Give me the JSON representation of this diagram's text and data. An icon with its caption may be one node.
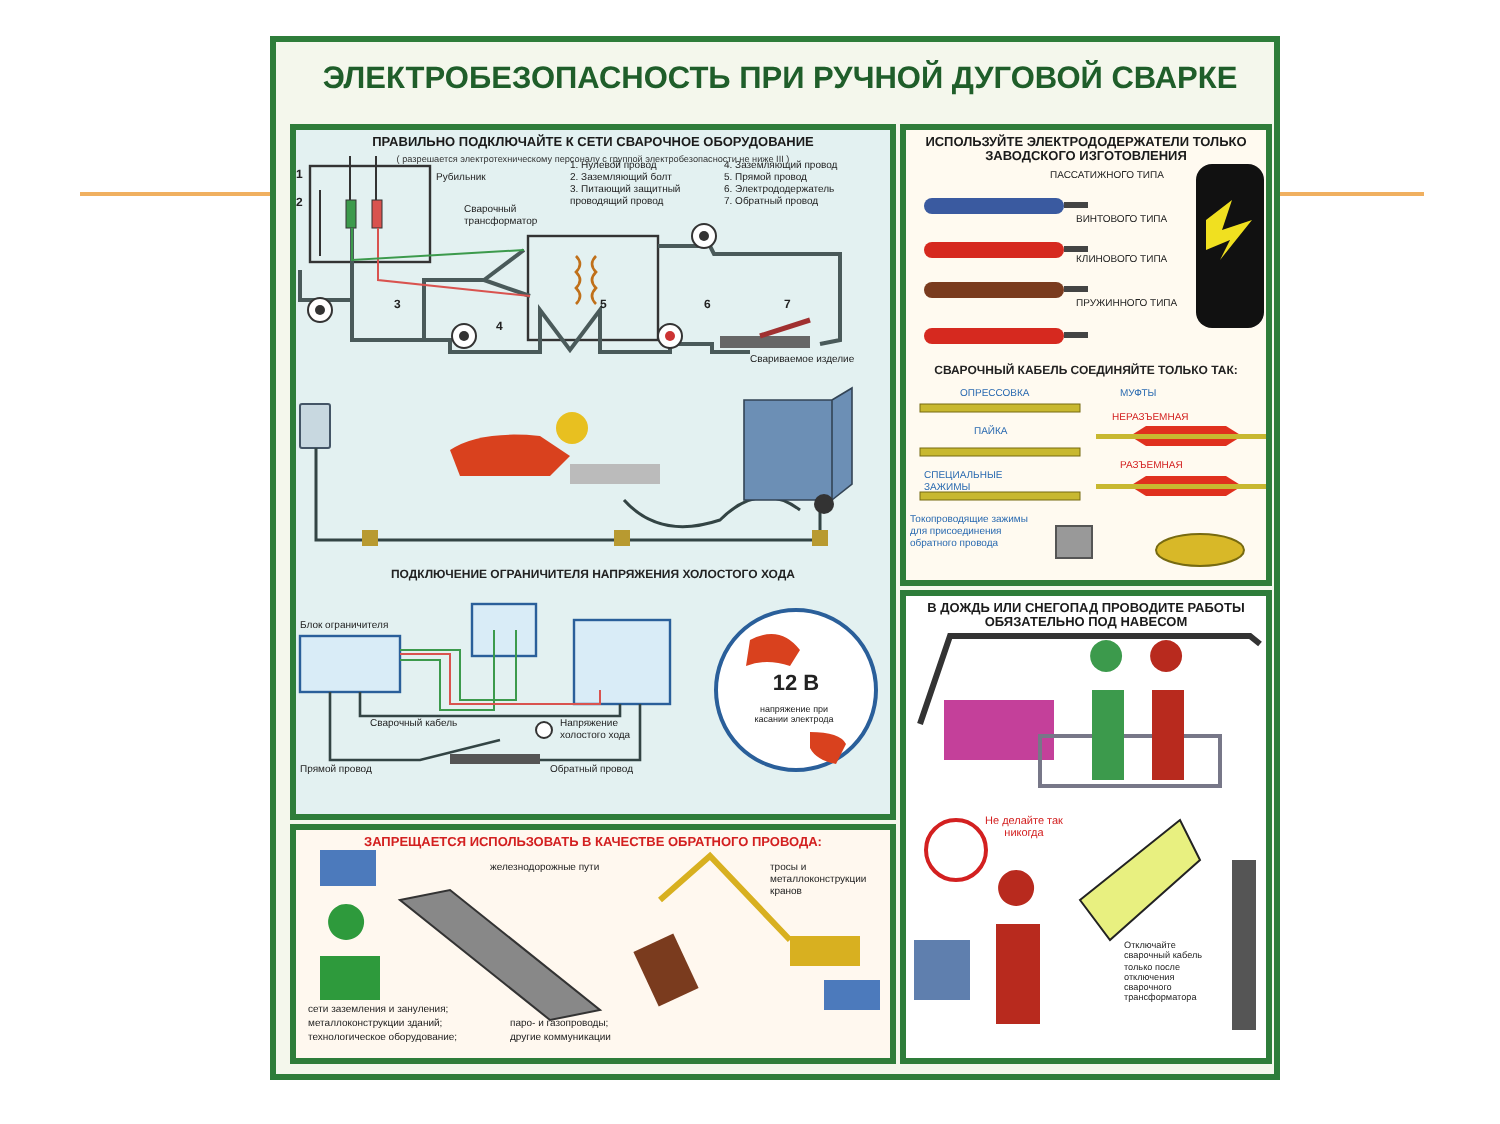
{
  "diagram": {
    "title": "ЭЛЕКТРОБЕЗОПАСНОСТЬ ПРИ РУЧНОЙ ДУГОВОЙ СВАРКЕ",
    "nodes": [
      {
        "text": [
          "ПРАВИЛЬНО ПОДКЛЮЧАЙТЕ К СЕТИ СВАРОЧНОЕ ОБОРУДОВАНИЕ",
          "( разрешается электротехническому персоналу с группой электробезопасности не ниже III )"
        ]
      },
      {
        "text": [
          "ИСПОЛЬЗУЙТЕ ЭЛЕКТРОДОДЕРЖАТЕЛИ ТОЛЬКО ЗАВОДСКОГО ИЗГОТОВЛЕНИЯ"
        ]
      },
      {
        "text": [
          "В ДОЖДЬ ИЛИ СНЕГОПАД ПРОВОДИТЕ РАБОТЫ ОБЯЗАТЕЛЬНО ПОД НАВЕСОМ"
        ]
      },
      {
        "text": [
          "ЗАПРЕЩАЕТСЯ ИСПОЛЬЗОВАТЬ В КАЧЕСТВЕ ОБРАТНОГО ПРОВОДА:"
        ]
      }
    ],
    "labels": [
      "1. Нулевой провод",
      "2. Заземляющий болт",
      "3. Питающий защитный проводящий провод",
      "4. Заземляющий провод",
      "5. Прямой провод",
      "6. Электрододержатель",
      "7. Обратный провод",
      "Рубильник",
      "Сварочный трансформатор",
      "Свариваемое изделие",
      "1",
      "2",
      "3",
      "4",
      "5",
      "6",
      "7",
      "ПОДКЛЮЧЕНИЕ ОГРАНИЧИТЕЛЯ НАПРЯЖЕНИЯ ХОЛОСТОГО ХОДА",
      "Блок ограничителя",
      "Сварочный кабель",
      "Напряжение холостого хода",
      "Прямой провод",
      "Обратный провод",
      "12 В",
      "напряжение при касании электрода",
      "ПАССАТИЖНОГО ТИПА",
      "ВИНТОВОГО ТИПА",
      "КЛИНОВОГО ТИПА",
      "ПРУЖИННОГО ТИПА",
      "СВАРОЧНЫЙ КАБЕЛЬ СОЕДИНЯЙТЕ ТОЛЬКО ТАК:",
      "ОПРЕССОВКА",
      "МУФТЫ",
      "НЕРАЗЪЕМНАЯ",
      "ПАЙКА",
      "СПЕЦИАЛЬНЫЕ ЗАЖИМЫ",
      "РАЗЪЕМНАЯ",
      "Токопроводящие зажимы для присоединения обратного провода",
      "Не делайте так никогда",
      "Отключайте сварочный кабель только после отключения сварочного трансформатора",
      "железнодорожные пути",
      "тросы и металлоконструкции кранов",
      "сети заземления и зануления;",
      "металлоконструкции зданий;",
      "технологическое оборудование;",
      "паро- и газопроводы;",
      "другие коммуникации"
    ]
  }
}
